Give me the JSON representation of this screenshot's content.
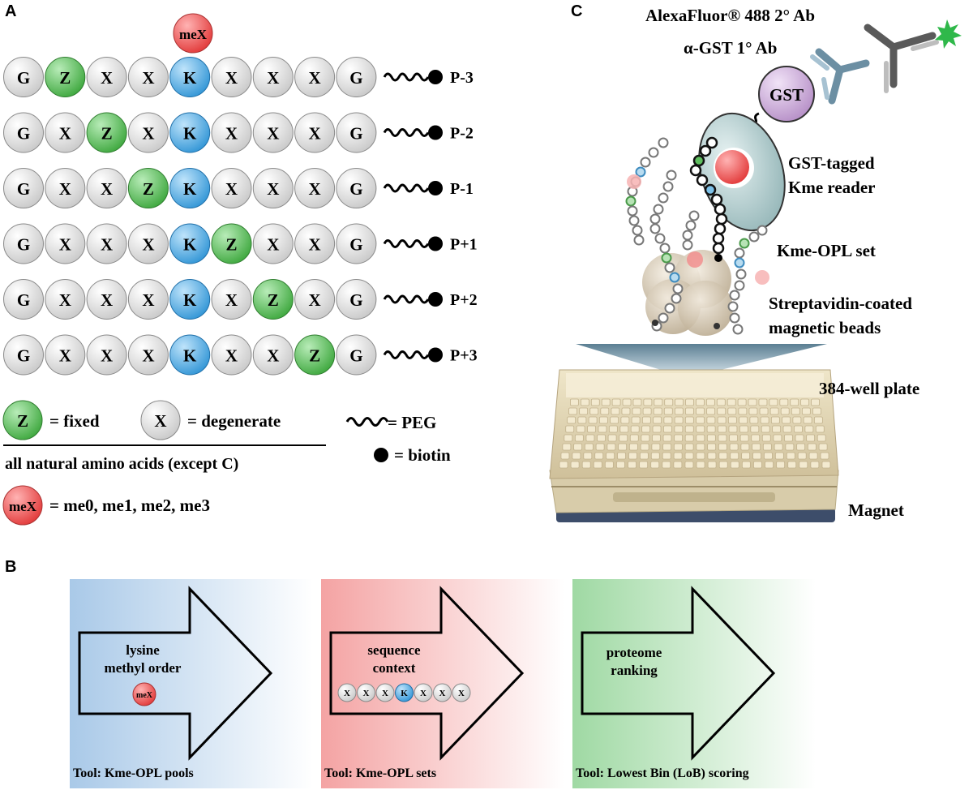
{
  "panels": {
    "a": "A",
    "b": "B",
    "c": "C"
  },
  "panel_a": {
    "mod_label": "meX",
    "rows": [
      {
        "label": "P-3",
        "residues": [
          "G",
          "Z",
          "X",
          "X",
          "K",
          "X",
          "X",
          "X",
          "G"
        ]
      },
      {
        "label": "P-2",
        "residues": [
          "G",
          "X",
          "Z",
          "X",
          "K",
          "X",
          "X",
          "X",
          "G"
        ]
      },
      {
        "label": "P-1",
        "residues": [
          "G",
          "X",
          "X",
          "Z",
          "K",
          "X",
          "X",
          "X",
          "G"
        ]
      },
      {
        "label": "P+1",
        "residues": [
          "G",
          "X",
          "X",
          "X",
          "K",
          "Z",
          "X",
          "X",
          "G"
        ]
      },
      {
        "label": "P+2",
        "residues": [
          "G",
          "X",
          "X",
          "X",
          "K",
          "X",
          "Z",
          "X",
          "G"
        ]
      },
      {
        "label": "P+3",
        "residues": [
          "G",
          "X",
          "X",
          "X",
          "K",
          "X",
          "X",
          "Z",
          "G"
        ]
      }
    ],
    "legend": {
      "z_symbol": "Z",
      "z_text": "= fixed",
      "x_symbol": "X",
      "x_text": "= degenerate",
      "footnote": "all natural amino acids (except C)",
      "mex_symbol": "meX",
      "mex_text": "= me0, me1, me2, me3",
      "peg_text": "= PEG",
      "biotin_text": "= biotin"
    }
  },
  "panel_b": {
    "steps": [
      {
        "title_lines": [
          "lysine",
          "methyl order"
        ],
        "icon_label": "meX",
        "tool": "Tool: Kme-OPL pools",
        "color": "#5b9bd5"
      },
      {
        "title_lines": [
          "sequence",
          "context"
        ],
        "residues": [
          "X",
          "X",
          "X",
          "K",
          "X",
          "X",
          "X"
        ],
        "tool": "Tool: Kme-OPL sets",
        "color": "#f08080"
      },
      {
        "title_lines": [
          "proteome",
          "ranking"
        ],
        "tool": "Tool: Lowest Bin (LoB) scoring",
        "color": "#4caf50"
      }
    ]
  },
  "panel_c": {
    "secondary_ab": "AlexaFluor® 488 2° Ab",
    "primary_ab": "α-GST 1° Ab",
    "gst": "GST",
    "reader_line1": "GST-tagged",
    "reader_line2": "Kme reader",
    "opl_set": "Kme-OPL set",
    "beads_line1": "Streptavidin-coated",
    "beads_line2": "magnetic beads",
    "plate": "384-well plate",
    "magnet": "Magnet"
  },
  "colors": {
    "grey_bead": "#e2e2e2",
    "green_bead": "#5fbf5f",
    "blue_bead": "#4ea7dd",
    "red_bead": "#e84a4a"
  }
}
